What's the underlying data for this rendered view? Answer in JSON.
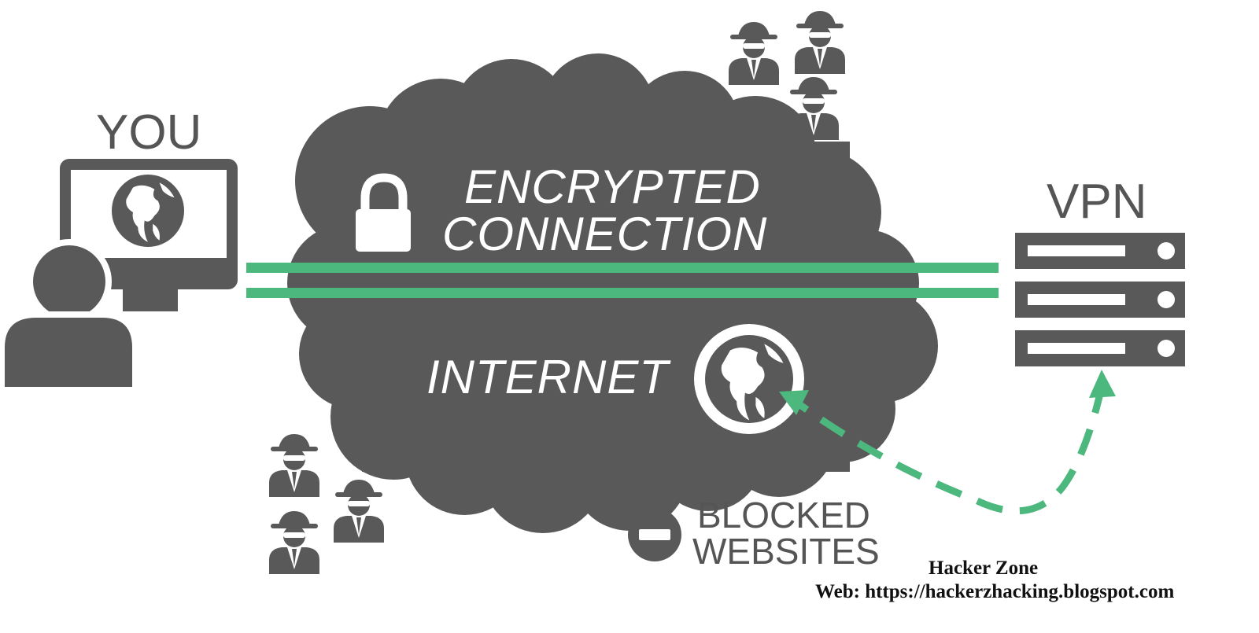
{
  "labels": {
    "you": "YOU",
    "vpn": "VPN",
    "encrypted_line1": "ENCRYPTED",
    "encrypted_line2": "CONNECTION",
    "internet": "INTERNET",
    "blocked_line1": "BLOCKED",
    "blocked_line2": "WEBSITES"
  },
  "credit": {
    "name": "Hacker Zone",
    "web": "Web: https://hackerzhacking.blogspot.com"
  },
  "icons": [
    "user-icon",
    "monitor-icon",
    "globe-icon",
    "lock-icon",
    "server-icon",
    "spy-icon",
    "blocked-icon"
  ],
  "colors": {
    "gray": "#595959",
    "green": "#4db87e",
    "white": "#ffffff"
  }
}
